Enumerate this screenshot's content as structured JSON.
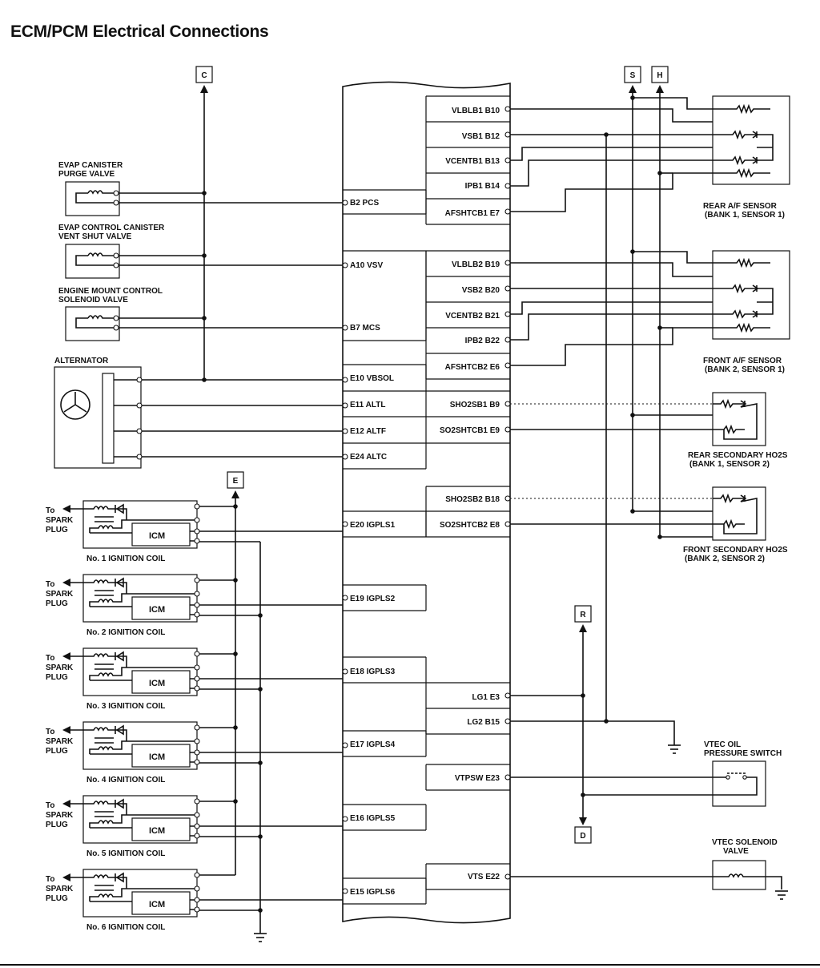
{
  "title": "ECM/PCM Electrical Connections",
  "connectors": {
    "c": "C",
    "e": "E",
    "s": "S",
    "h": "H",
    "r": "R",
    "d": "D"
  },
  "ecm_left_pins": [
    "B2 PCS",
    "A10 VSV",
    "B7 MCS",
    "E10 VBSOL",
    "E11 ALTL",
    "E12 ALTF",
    "E24 ALTC",
    "E20 IGPLS1",
    "E19 IGPLS2",
    "E18 IGPLS3",
    "E17 IGPLS4",
    "E16 IGPLS5",
    "E15 IGPLS6"
  ],
  "ecm_right_pins": [
    "VLBLB1 B10",
    "VSB1 B12",
    "VCENTB1 B13",
    "IPB1 B14",
    "AFSHTCB1 E7",
    "VLBLB2 B19",
    "VSB2 B20",
    "VCENTB2 B21",
    "IPB2 B22",
    "AFSHTCB2 E6",
    "SHO2SB1 B9",
    "SO2SHTCB1 E9",
    "SHO2SB2 B18",
    "SO2SHTCB2 E8",
    "LG1 E3",
    "LG2 B15",
    "VTPSW E23",
    "VTS E22"
  ],
  "components": {
    "evap_purge": [
      "EVAP CANISTER",
      "PURGE VALVE"
    ],
    "evap_vent": [
      "EVAP CONTROL CANISTER",
      "VENT SHUT VALVE"
    ],
    "engine_mount": [
      "ENGINE MOUNT CONTROL",
      "SOLENOID VALVE"
    ],
    "alternator": "ALTERNATOR",
    "rear_af": [
      "REAR A/F SENSOR",
      "(BANK 1, SENSOR 1)"
    ],
    "front_af": [
      "FRONT A/F SENSOR",
      "(BANK 2, SENSOR 1)"
    ],
    "rear_ho2s": [
      "REAR SECONDARY HO2S",
      "(BANK 1, SENSOR 2)"
    ],
    "front_ho2s": [
      "FRONT SECONDARY HO2S",
      "(BANK 2, SENSOR 2)"
    ],
    "vtec_switch": [
      "VTEC OIL",
      "PRESSURE SWITCH"
    ],
    "vtec_solenoid": [
      "VTEC SOLENOID",
      "VALVE"
    ]
  },
  "ignition": {
    "to_label": "To",
    "spark_label": "SPARK",
    "plug_label": "PLUG",
    "icm_label": "ICM",
    "coil_labels": [
      "No. 1 IGNITION COIL",
      "No. 2 IGNITION COIL",
      "No. 3 IGNITION COIL",
      "No. 4 IGNITION COIL",
      "No. 5 IGNITION COIL",
      "No. 6 IGNITION COIL"
    ]
  }
}
